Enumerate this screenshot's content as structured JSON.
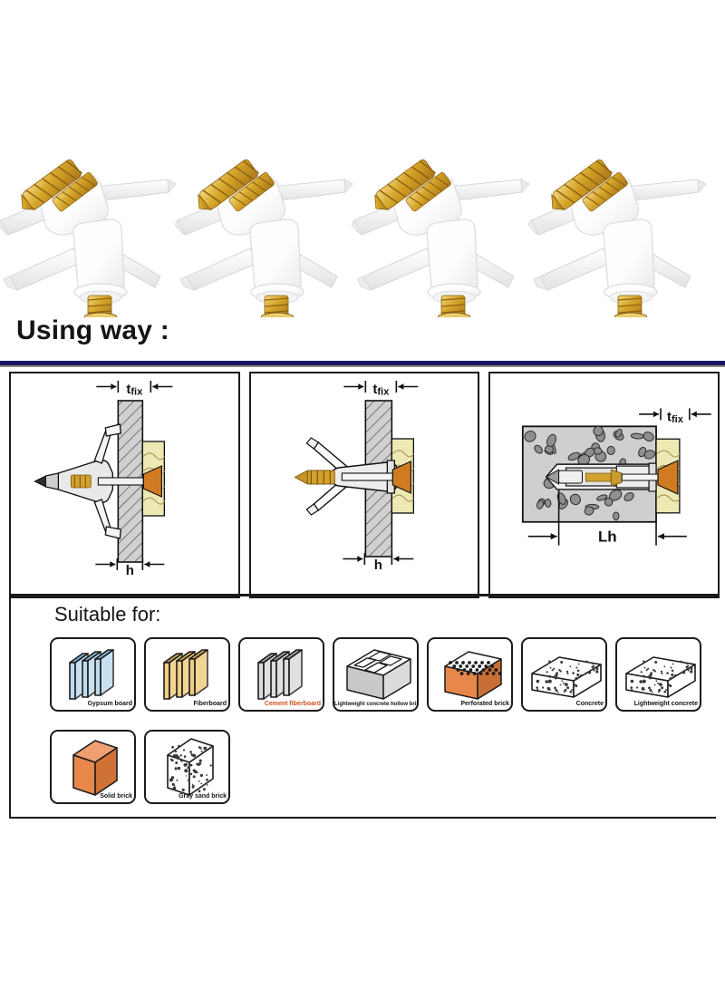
{
  "page": {
    "background": "#ffffff",
    "accent_navy": "#161663",
    "accent_orange": "#d2521b",
    "ink": "#141414"
  },
  "product": {
    "name": "self-drilling-drywall-anchor",
    "count": 4,
    "colors": {
      "plastic": "#fdfdfd",
      "plastic_shade": "#e6e7e9",
      "screw_gold": "#d4a326",
      "screw_gold_dark": "#a9761a",
      "screw_gold_light": "#f3d77c"
    }
  },
  "headings": {
    "using_way": "Using way :",
    "suitable_for": "Suitable for:"
  },
  "diagrams": {
    "panels": [
      {
        "name": "hollow-wall-installed",
        "dim_top": "tfix",
        "dim_bottom": "h",
        "wall_style": "hatched",
        "wings": "collapsed-behind"
      },
      {
        "name": "thin-board-wings-open",
        "dim_top": "tfix",
        "dim_bottom": "h",
        "wall_style": "hatched",
        "wings": "spread-open"
      },
      {
        "name": "solid-concrete-installed",
        "dim_top": "tfix",
        "dim_bottom": "Lh",
        "wall_style": "aggregate",
        "wings": "compressed"
      }
    ],
    "labels": {
      "tfix_base": "t",
      "tfix_sub": "fix",
      "h": "h",
      "lh": "Lh"
    }
  },
  "materials": {
    "row1": [
      {
        "label": "Gypsum board",
        "icon": "board-stack-icon",
        "face": "#bfdcef",
        "edge": "#7fb0d2",
        "accent": false
      },
      {
        "label": "Fiberboard",
        "icon": "board-stack-icon",
        "face": "#f0cd82",
        "edge": "#c9a353",
        "accent": false
      },
      {
        "label": "Cement fiberboard",
        "icon": "board-stack-icon",
        "face": "#dcdcdc",
        "edge": "#9a9a9a",
        "accent": true
      },
      {
        "label": "Lightweight concrete hollow brick",
        "icon": "hollow-block-icon",
        "face": "#c9c9c9",
        "edge": "#8a8a8a",
        "accent": false
      },
      {
        "label": "Perforated brick",
        "icon": "perforated-brick-icon",
        "face": "#e8874a",
        "edge": "#b3battern",
        "accent": false
      },
      {
        "label": "Concrete",
        "icon": "speckled-block-icon",
        "face": "#ffffff",
        "edge": "#1b1b1b",
        "accent": false
      },
      {
        "label": "Lightweight concrete",
        "icon": "speckled-block-icon",
        "face": "#ffffff",
        "edge": "#1b1b1b",
        "accent": false
      }
    ],
    "row2": [
      {
        "label": "Solid brick",
        "icon": "solid-brick-icon",
        "face": "#e8874a",
        "edge": "#b35a24",
        "accent": false
      },
      {
        "label": "Gray sand brick",
        "icon": "speckled-upright-icon",
        "face": "#ffffff",
        "edge": "#1b1b1b",
        "accent": false
      }
    ]
  }
}
